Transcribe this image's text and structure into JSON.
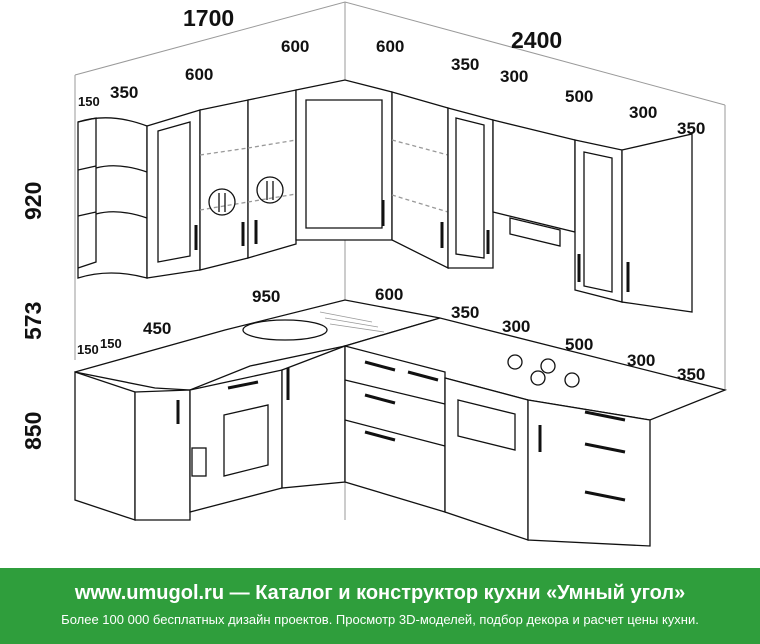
{
  "dimensions": {
    "wall_left": "1700",
    "wall_right": "2400",
    "upper_heights": "920",
    "gap_height": "573",
    "base_height": "850",
    "upper_left": [
      "150",
      "350",
      "600",
      "600"
    ],
    "upper_right": [
      "600",
      "350",
      "300",
      "500",
      "300",
      "350"
    ],
    "base_left": [
      "150",
      "150",
      "450",
      "950"
    ],
    "base_right": [
      "600",
      "350",
      "300",
      "500",
      "300",
      "350"
    ]
  },
  "footer": {
    "site": "www.umugol.ru",
    "dash": " — ",
    "title": "Каталог и конструктор кухни «Умный угол»",
    "subtitle": "Более 100 000 бесплатных дизайн проектов. Просмотр 3D-моделей, подбор декора и расчет цены кухни."
  },
  "colors": {
    "footer_bg": "#2f9e3c",
    "line": "#111111",
    "countertop_edge": "#9a9a9a"
  }
}
